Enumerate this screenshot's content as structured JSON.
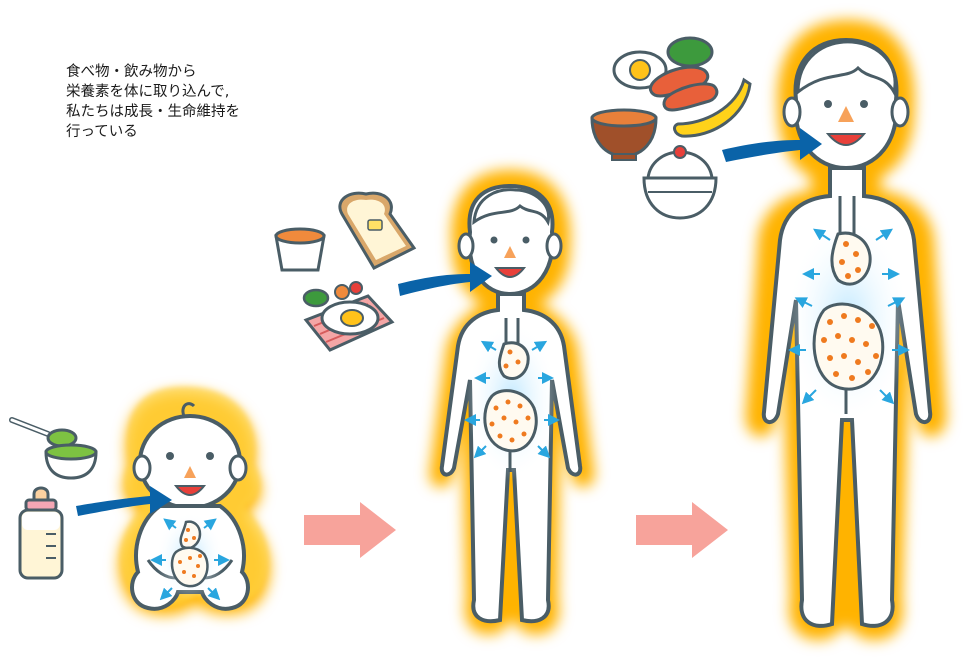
{
  "caption": {
    "lines": [
      "食べ物・飲み物から",
      "栄養素を体に取り込んで,",
      "私たちは成長・生命維持を",
      "行っている"
    ]
  },
  "colors": {
    "outline": "#4a5d66",
    "glow_outer": "#ffb300",
    "glow_inner": "#fff6d0",
    "organ_fill": "#fffaf0",
    "organ_dots": "#ef7a1f",
    "food_arrow": "#0a63a8",
    "stage_arrow": "#f7a39b",
    "nutrient_arrow": "#29a6df",
    "nose": "#f7a25a",
    "mouth": "#e8403a"
  },
  "stages": [
    {
      "name": "baby",
      "foods": [
        "baby-food-bowl-icon",
        "spoon-icon",
        "milk-bottle-icon"
      ]
    },
    {
      "name": "child",
      "foods": [
        "soup-cup-icon",
        "toast-icon",
        "fried-egg-plate-icon"
      ]
    },
    {
      "name": "adult",
      "foods": [
        "egg-sausage-plate-icon",
        "banana-icon",
        "miso-soup-icon",
        "rice-bowl-icon"
      ]
    }
  ]
}
